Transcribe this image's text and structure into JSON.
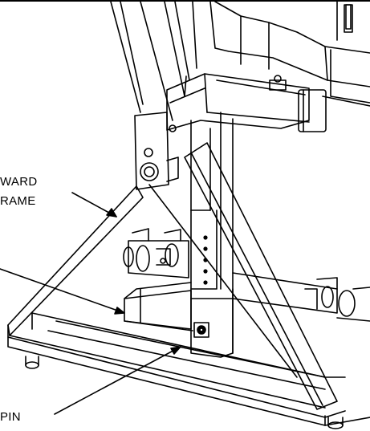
{
  "callouts": {
    "ward": "WARD",
    "rame": "RAME",
    "pin": "PIN"
  }
}
